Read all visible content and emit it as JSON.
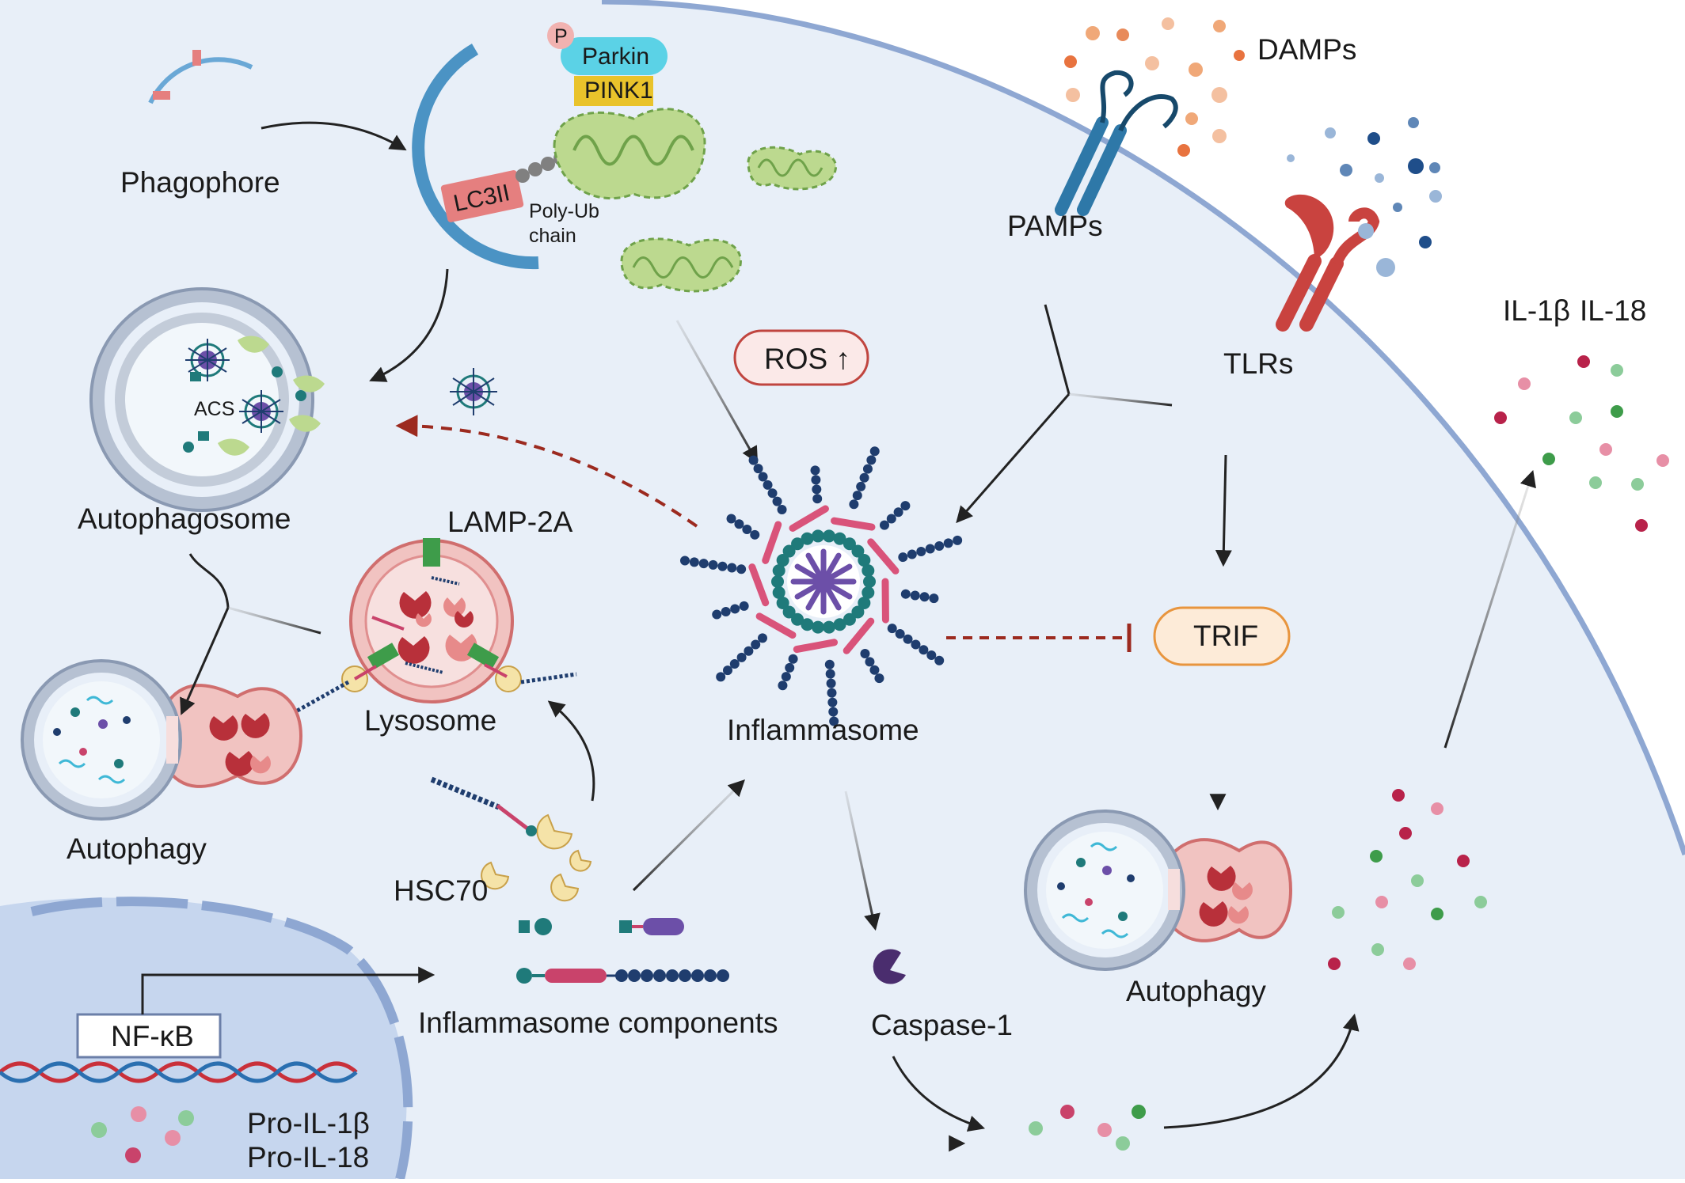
{
  "labels": {
    "phagophore": "Phagophore",
    "p": "P",
    "parkin": "Parkin",
    "pink1": "PINK1",
    "lc3": "LC3II",
    "polyub_line1": "Poly-Ub",
    "polyub_line2": "chain",
    "damps": "DAMPs",
    "pamps": "PAMPs",
    "tlrs": "TLRs",
    "ros": "ROS ↑",
    "il1b": "IL-1β",
    "il18": "IL-18",
    "acs": "ACS",
    "autophagosome": "Autophagosome",
    "lamp2a": "LAMP-2A",
    "lysosome": "Lysosome",
    "autophagy_left": "Autophagy",
    "inflammasome": "Inflammasome",
    "trif": "TRIF",
    "hsc70": "HSC70",
    "autophagy_right": "Autophagy",
    "nfkb": "NF-κB",
    "inflammasome_components": "Inflammasome components",
    "caspase1": "Caspase-1",
    "pro_il1b": "Pro-IL-1β",
    "pro_il18": "Pro-IL-18"
  },
  "colors": {
    "cytoplasm": "#e8eff8",
    "membrane": "#8ea7d2",
    "nucleus": "#c6d6ee",
    "mito": "#bcd98f",
    "lysosome": "#e07f7f",
    "arrow_dashed": "#9c2a1f",
    "parkin": "#5bd2e6",
    "pink1": "#e9c32b",
    "tlr": "#c9433f",
    "damp_receptor": "#2e78a8",
    "inflammasome_teal": "#1f7a7a",
    "inflammasome_purple": "#6c4fa8",
    "caspase": "#4a2d6e"
  }
}
